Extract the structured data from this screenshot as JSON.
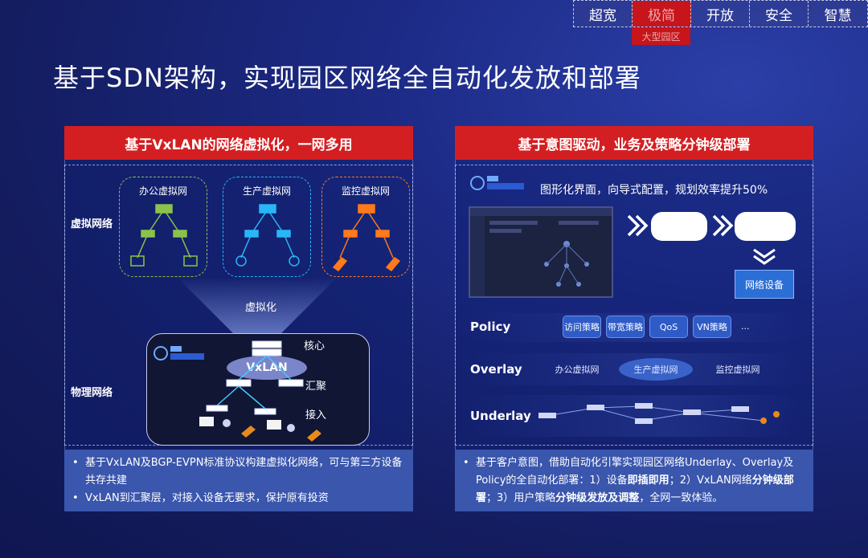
{
  "tabs": [
    "超宽",
    "极简",
    "开放",
    "安全",
    "智慧"
  ],
  "subtab": "大型园区",
  "title": "基于SDN架构，实现园区网络全自动化发放和部署",
  "left": {
    "header": "基于VxLAN的网络虚拟化，一网多用",
    "virtual_label": "虚拟网络",
    "physical_label": "物理网络",
    "clouds": [
      "办公虚拟网",
      "生产虚拟网",
      "监控虚拟网"
    ],
    "virtualize_label": "虚拟化",
    "vxlan": "VxLAN",
    "core": "核心",
    "agg": "汇聚",
    "access": "接入",
    "bullets": [
      "基于VxLAN及BGP-EVPN标准协议构建虚拟化网络，可与第三方设备共存共建",
      "VxLAN到汇聚层，对接入设备无要求，保护原有投资"
    ]
  },
  "right": {
    "header": "基于意图驱动，业务及策略分钟级部署",
    "ui_caption": "图形化界面，向导式配置，规划效率提升50%",
    "device_btn": "网络设备",
    "policy_label": "Policy",
    "overlay_label": "Overlay",
    "underlay_label": "Underlay",
    "policies": [
      "访问策略",
      "带宽策略",
      "QoS",
      "VN策略",
      "..."
    ],
    "overlays": [
      "办公虚拟网",
      "生产虚拟网",
      "监控虚拟网"
    ],
    "bullet_parts": [
      "基于客户意图，借助自动化引擎实现园区网络Underlay、Overlay及Policy的全自动化部署：1）设备",
      "即插即用",
      "；2）VxLAN网络",
      "分钟级部署",
      "；3）用户策略",
      "分钟级发放及调整",
      "，全网一致体验。"
    ]
  },
  "colors": {
    "accent_red": "#d41f22",
    "cloud_green": "#8bc34a",
    "cloud_cyan": "#29b6f6",
    "cloud_orange": "#ff7a1a"
  }
}
